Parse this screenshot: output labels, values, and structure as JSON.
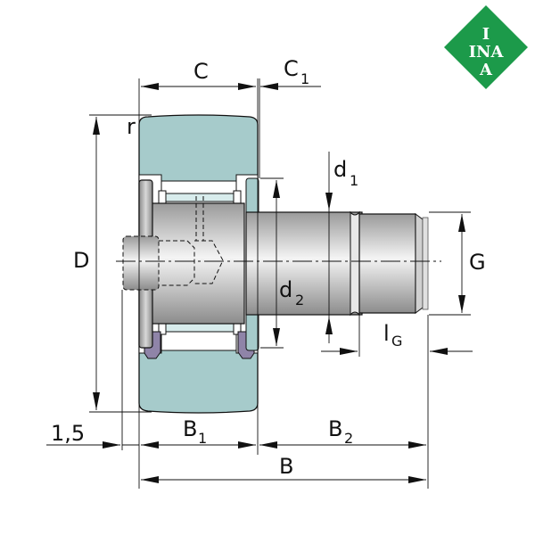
{
  "logo": {
    "brand": "INA",
    "line1": "I",
    "line2": "INA",
    "line3": "A",
    "color": "#1c9a4a",
    "text_color": "#ffffff"
  },
  "diagram": {
    "title": "Stud type track roller — dimension drawing",
    "colors": {
      "outer_ring": "#a6cbcb",
      "seal": "#8f84a8",
      "stud_steel": "#c8c8c8",
      "line": "#111111"
    },
    "dimensions": {
      "C": {
        "main": "C",
        "sub": ""
      },
      "C1": {
        "main": "C",
        "sub": "1"
      },
      "r": {
        "main": "r",
        "sub": ""
      },
      "D": {
        "main": "D",
        "sub": ""
      },
      "d1": {
        "main": "d",
        "sub": "1"
      },
      "d2": {
        "main": "d",
        "sub": "2"
      },
      "G": {
        "main": "G",
        "sub": ""
      },
      "lG": {
        "main": "l",
        "sub": "G"
      },
      "offset": {
        "main": "1,5",
        "sub": ""
      },
      "B1": {
        "main": "B",
        "sub": "1"
      },
      "B2": {
        "main": "B",
        "sub": "2"
      },
      "B": {
        "main": "B",
        "sub": ""
      }
    }
  }
}
